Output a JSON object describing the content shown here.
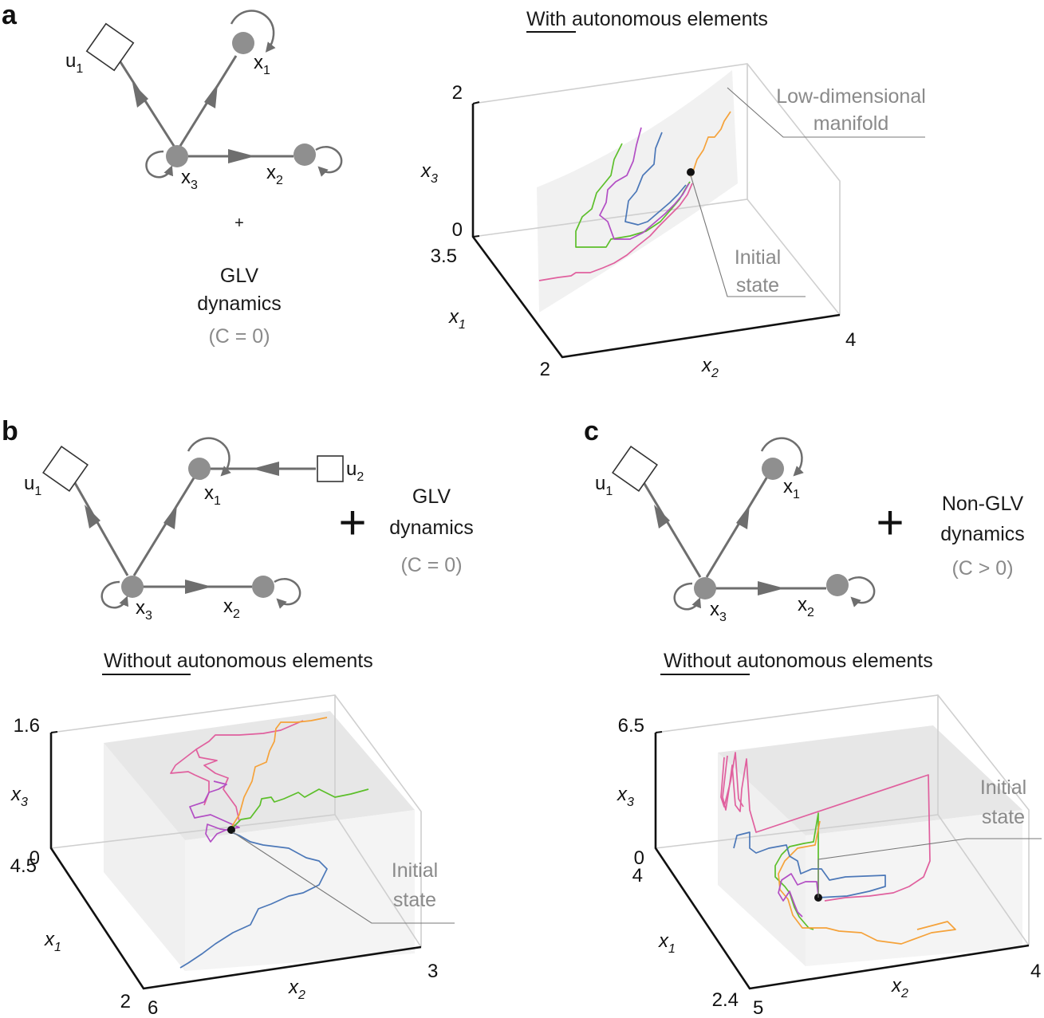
{
  "panel_a": {
    "label": "a",
    "title_underlined": "With",
    "title_rest": " autonomous elements",
    "nodes": {
      "u1": "u",
      "u1_sub": "1",
      "x1": "x",
      "x1_sub": "1",
      "x2": "x",
      "x2_sub": "2",
      "x3": "x",
      "x3_sub": "3"
    },
    "plus": "+",
    "dynamics_line1": "GLV",
    "dynamics_line2": "dynamics",
    "condition": "(C = 0)",
    "axes": {
      "x3_max": "2",
      "x3_min": "0",
      "x1_max": "3.5",
      "x1_min": "2",
      "x2_max": "4",
      "x3_label": "x",
      "x3_sub": "3",
      "x1_label": "x",
      "x1_sub": "1",
      "x2_label": "x",
      "x2_sub": "2"
    },
    "annotation_manifold_1": "Low-dimensional",
    "annotation_manifold_2": "manifold",
    "annotation_initial_1": "Initial",
    "annotation_initial_2": "state"
  },
  "panel_b": {
    "label": "b",
    "nodes": {
      "u1": "u",
      "u1_sub": "1",
      "u2": "u",
      "u2_sub": "2",
      "x1": "x",
      "x1_sub": "1",
      "x2": "x",
      "x2_sub": "2",
      "x3": "x",
      "x3_sub": "3"
    },
    "plus": "+",
    "dynamics_line1": "GLV",
    "dynamics_line2": "dynamics",
    "condition": "(C = 0)",
    "title_underlined": "Without",
    "title_rest": " autonomous elements",
    "axes": {
      "x3_max": "1.6",
      "x3_min": "0",
      "x1_max": "4.5",
      "x1_min": "2",
      "x2_min": "6",
      "x2_max": "3",
      "x3_label": "x",
      "x3_sub": "3",
      "x1_label": "x",
      "x1_sub": "1",
      "x2_label": "x",
      "x2_sub": "2"
    },
    "annotation_initial_1": "Initial",
    "annotation_initial_2": "state"
  },
  "panel_c": {
    "label": "c",
    "nodes": {
      "u1": "u",
      "u1_sub": "1",
      "x1": "x",
      "x1_sub": "1",
      "x2": "x",
      "x2_sub": "2",
      "x3": "x",
      "x3_sub": "3"
    },
    "plus": "+",
    "dynamics_line1": "Non-GLV",
    "dynamics_line2": "dynamics",
    "condition": "(C > 0)",
    "title_underlined": "Without",
    "title_rest": " autonomous elements",
    "axes": {
      "x3_max": "6.5",
      "x3_min": "0",
      "x1_max": "4",
      "x1_min": "2.4",
      "x2_min": "5",
      "x2_max": "4",
      "x3_label": "x",
      "x3_sub": "3",
      "x1_label": "x",
      "x1_sub": "1",
      "x2_label": "x",
      "x2_sub": "2"
    },
    "annotation_initial_1": "Initial",
    "annotation_initial_2": "state"
  },
  "colors": {
    "trajectory_green": "#5cbf2a",
    "trajectory_magenta": "#b24ec4",
    "trajectory_blue": "#4c78b8",
    "trajectory_orange": "#f5a23a",
    "trajectory_pink": "#e0609e",
    "node_grey": "#8f8f8f",
    "annotation_grey": "#8a8a8a"
  },
  "icons": [
    "input-square-node",
    "state-circle-node",
    "self-loop-arrow",
    "directed-edge-arrow"
  ]
}
